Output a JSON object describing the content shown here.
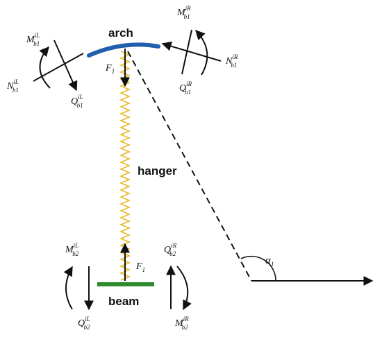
{
  "labels": {
    "arch": "arch",
    "hanger": "hanger",
    "beam": "beam"
  },
  "symbols": {
    "M_b1_L": {
      "base": "M",
      "sub": "b1",
      "sup": "iL"
    },
    "N_b1_L": {
      "base": "N",
      "sub": "b1",
      "sup": "iL"
    },
    "Q_b1_L": {
      "base": "Q",
      "sub": "b1",
      "sup": "iL"
    },
    "M_b1_R": {
      "base": "M",
      "sub": "b1",
      "sup": "iR"
    },
    "N_b1_R": {
      "base": "N",
      "sub": "b1",
      "sup": "iR"
    },
    "Q_b1_R": {
      "base": "Q",
      "sub": "b1",
      "sup": "iR"
    },
    "F1_top": {
      "base": "F",
      "sub": "1"
    },
    "F1_bot": {
      "base": "F",
      "sub": "1"
    },
    "M_b2_L": {
      "base": "M",
      "sub": "b2",
      "sup": "iL"
    },
    "Q_b2_L": {
      "base": "Q",
      "sub": "b2",
      "sup": "iL"
    },
    "Q_b2_R": {
      "base": "Q",
      "sub": "b2",
      "sup": "iR"
    },
    "M_b2_R": {
      "base": "M",
      "sub": "b2",
      "sup": "iR"
    },
    "alpha1": {
      "base": "α",
      "sub": "1"
    }
  },
  "colors": {
    "arch": "#1f5fae",
    "hanger": "#e8b82a",
    "beam": "#2e8b2e",
    "ink": "#111111"
  }
}
